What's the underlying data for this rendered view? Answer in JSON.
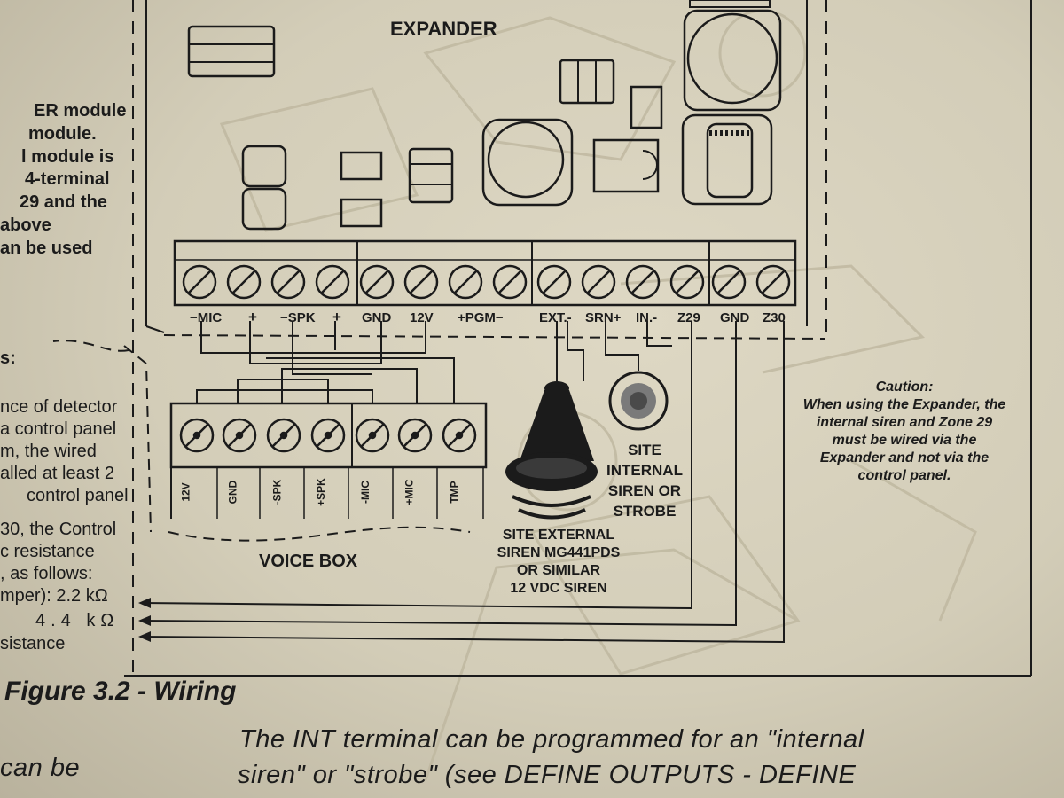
{
  "expander": {
    "title": "EXPANDER",
    "terminals": [
      "−MIC",
      "+",
      "−SPK",
      "+",
      "GND",
      "12V",
      "+PGM−",
      "EXT.-",
      "SRN+",
      "IN.-",
      "Z29",
      "GND",
      "Z30"
    ]
  },
  "left_fragments": [
    "ER module",
    "module.",
    "l module is",
    "4-terminal",
    "29 and the",
    "above",
    "an be used",
    "s:",
    "nce of detector",
    "a control panel",
    "m, the wired",
    "alled at least 2",
    "control panel",
    "30, the Control",
    "c resistance",
    ", as follows:",
    "mper): 2.2 kΩ",
    "4.4  kΩ",
    "sistance"
  ],
  "voice_box": {
    "label": "VOICE BOX",
    "terminals": [
      "12V",
      "GND",
      "-SPK",
      "+SPK",
      "-MIC",
      "+MIC",
      "TMP"
    ]
  },
  "siren_external": {
    "lines": [
      "SITE EXTERNAL",
      "SIREN MG441PDS",
      "OR SIMILAR",
      "12 VDC SIREN"
    ]
  },
  "siren_internal": {
    "lines": [
      "SITE",
      "INTERNAL",
      "SIREN OR",
      "STROBE"
    ]
  },
  "caution": {
    "heading": "Caution:",
    "text": "When using the Expander, the internal siren and Zone 29 must be wired via the Expander and not via the control panel."
  },
  "figure_caption": "Figure 3.2 - Wiring",
  "body": {
    "line1": "The INT terminal can be programmed for an \"internal",
    "line2": "siren\" or \"strobe\" (see DEFINE OUTPUTS - DEFINE",
    "left1": "can  be"
  },
  "colors": {
    "paper": "#d8d2bd",
    "ink": "#1b1b1b",
    "ghost": "#c4bda8"
  }
}
